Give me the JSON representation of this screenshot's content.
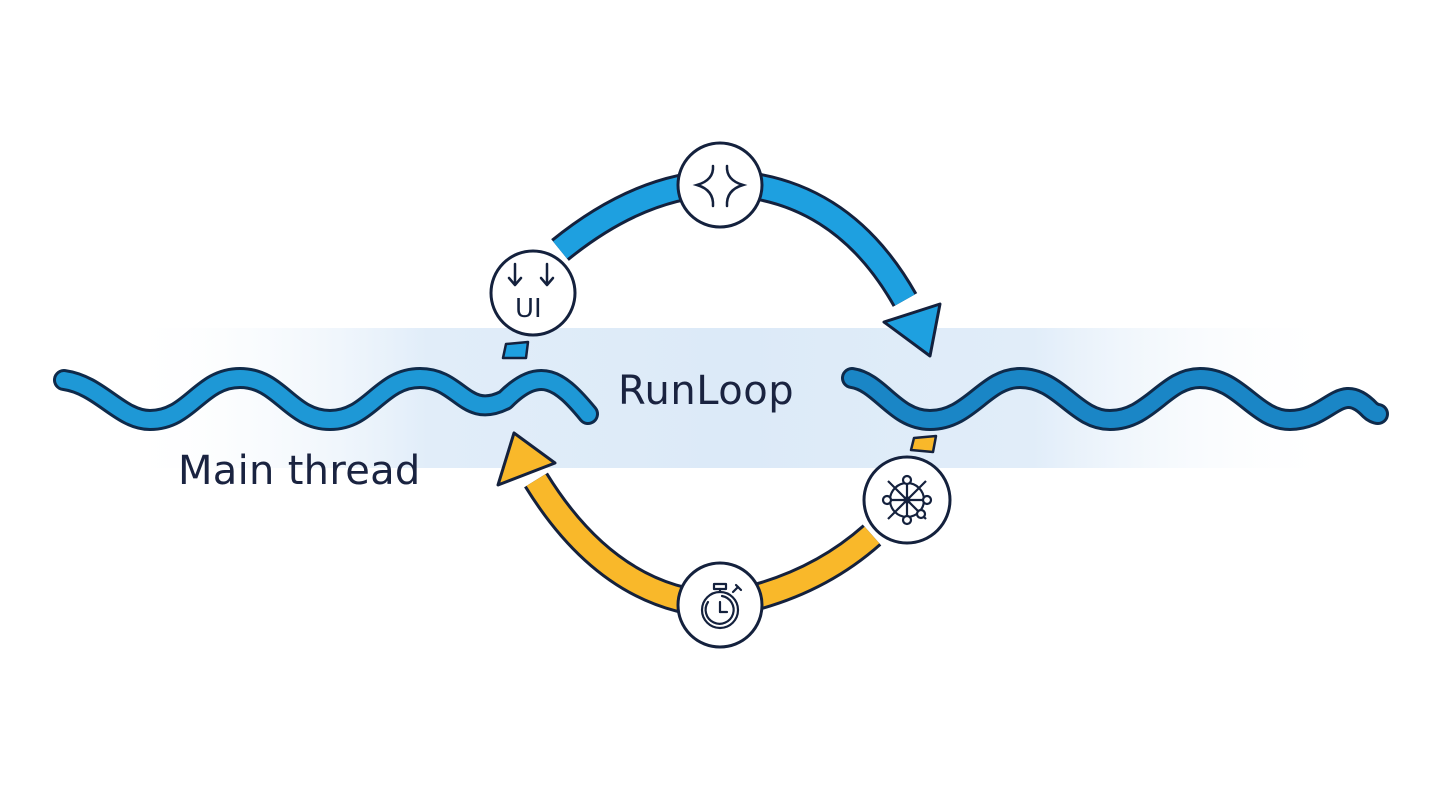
{
  "diagram": {
    "title": "RunLoop",
    "thread_label": "Main thread",
    "colors": {
      "band": "#dceaf8",
      "wave_fill": "#1e8fd0",
      "wave_outline": "#0f2a4a",
      "arrow_blue": "#1ea0e0",
      "arrow_yellow": "#f9b82a",
      "outline": "#14213d",
      "node_fill": "#ffffff",
      "text": "#1a2340"
    },
    "nodes": [
      {
        "id": "ui-input",
        "icon": "ui-down-arrows-icon",
        "text": "UI"
      },
      {
        "id": "event",
        "icon": "spark-event-icon",
        "text": ""
      },
      {
        "id": "sources",
        "icon": "network-wheel-icon",
        "text": ""
      },
      {
        "id": "timers",
        "icon": "stopwatch-icon",
        "text": ""
      }
    ],
    "arrows": [
      {
        "id": "blue-arc",
        "from": "ui-input",
        "to": "main-thread",
        "via": "event",
        "color": "arrow_blue"
      },
      {
        "id": "yellow-arc",
        "from": "sources",
        "to": "main-thread",
        "via": "timers",
        "color": "arrow_yellow"
      }
    ]
  }
}
